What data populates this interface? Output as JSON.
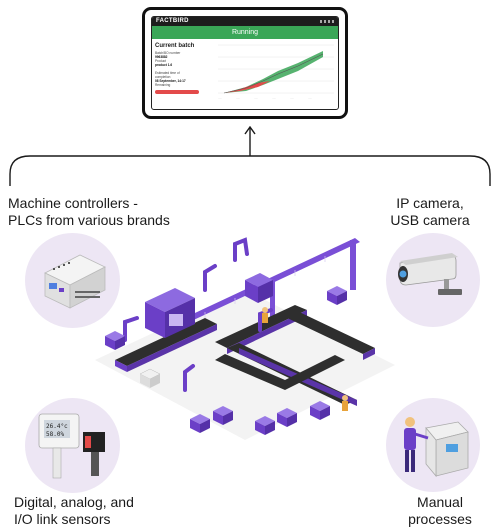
{
  "tablet": {
    "brand": "FACTBIRD",
    "status": "Running",
    "batch_title": "Current batch",
    "lines": [
      "Batch/BO number",
      "9963882",
      "Product",
      "product 1.6"
    ],
    "lines2": [
      "Estimated time of",
      "completion",
      "08 September, 14:17",
      "Remaining"
    ],
    "status_color": "#3aa657"
  },
  "labels": {
    "plc": "Machine controllers -\nPLCs from various brands",
    "camera": "IP camera,\nUSB camera",
    "sensors": "Digital, analog, and\nI/O link sensors",
    "manual": "Manual\nprocesses"
  },
  "sensor_readout": {
    "top": "26.4°c",
    "bottom": "58.0%"
  },
  "colors": {
    "purple": "#6b3fc7",
    "circle_bg": "#ede6f4",
    "green": "#3aa657",
    "red": "#e34a4a"
  }
}
